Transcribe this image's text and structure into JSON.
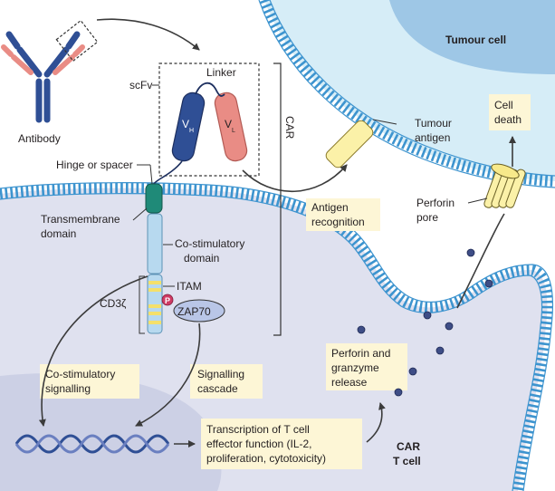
{
  "labels": {
    "antibody": "Antibody",
    "scfv": "scFv",
    "linker": "Linker",
    "vh": "V",
    "vh_sub": "H",
    "vl": "V",
    "vl_sub": "L",
    "car": "CAR",
    "hinge": "Hinge or spacer",
    "transmembrane_1": "Transmembrane",
    "transmembrane_2": "domain",
    "costim_domain_1": "Co-stimulatory",
    "costim_domain_2": "domain",
    "itam": "ITAM",
    "cd3z": "CD3ζ",
    "p": "P",
    "zap70": "ZAP70",
    "tumour_cell": "Tumour cell",
    "tumour_antigen_1": "Tumour",
    "tumour_antigen_2": "antigen",
    "cell_death_1": "Cell",
    "cell_death_2": "death",
    "antigen_recognition_1": "Antigen",
    "antigen_recognition_2": "recognition",
    "perforin_pore_1": "Perforin",
    "perforin_pore_2": "pore",
    "perforin_release_1": "Perforin and",
    "perforin_release_2": "granzyme",
    "perforin_release_3": "release",
    "costim_signalling_1": "Co-stimulatory",
    "costim_signalling_2": "signalling",
    "signalling_cascade_1": "Signalling",
    "signalling_cascade_2": "cascade",
    "transcription_1": "Transcription of T cell",
    "transcription_2": "effector function (IL-2,",
    "transcription_3": "proliferation, cytotoxicity)",
    "car_t_1": "CAR",
    "car_t_2": "T cell"
  },
  "colors": {
    "heavy_chain": "#2f4f95",
    "light_chain": "#e98c85",
    "tcell_fill": "#dfe1ef",
    "nucleus_fill": "#ccd0e5",
    "tumour_fill": "#d6edf7",
    "membrane": "#74b9e0",
    "label_box": "#fdf6d6",
    "antigen": "#fbf1a8",
    "hinge": "#1f8a78",
    "costim": "#b7d9ef",
    "itam_yellow": "#f4e06a",
    "zap70": "#b9c6e7",
    "phospho": "#cf3a63",
    "granule": "#3e4d86"
  }
}
